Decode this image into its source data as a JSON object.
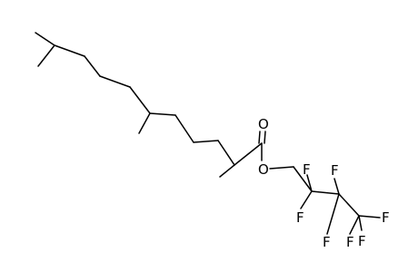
{
  "molecule": {
    "atoms": {
      "carbonyl_oxygen": "O",
      "ester_oxygen": "O",
      "f1": "F",
      "f2": "F",
      "f3": "F",
      "f4": "F",
      "f5": "F",
      "f6": "F",
      "f7": "F"
    },
    "colors": {
      "bond": "#000000",
      "label": "#000000",
      "background": "#ffffff"
    }
  }
}
